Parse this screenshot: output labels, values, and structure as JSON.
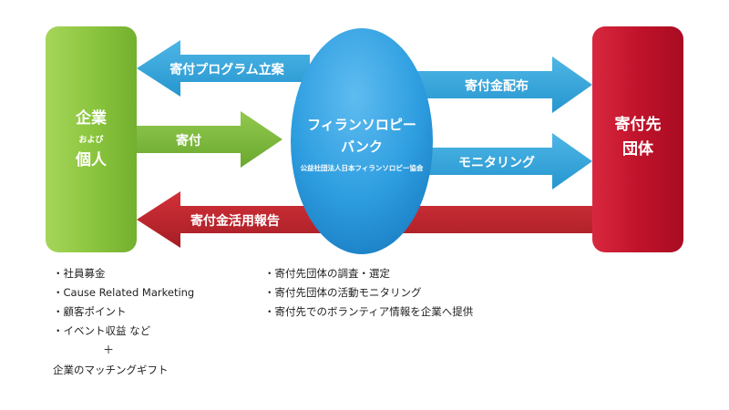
{
  "nodes": {
    "left": {
      "line1": "企業",
      "line2": "および",
      "line3": "個人"
    },
    "center": {
      "line1": "フィランソロピー",
      "line2": "バンク",
      "subtitle": "公益社団法人日本フィランソロピー協会"
    },
    "right": {
      "line1": "寄付先",
      "line2": "団体"
    }
  },
  "arrows": {
    "program_proposal": "寄付プログラム立案",
    "donation": "寄付",
    "distribution": "寄付金配布",
    "monitoring": "モニタリング",
    "usage_report": "寄付金活用報告"
  },
  "notes_left": [
    "社員募金",
    "Cause Related Marketing",
    "顧客ポイント",
    "イベント収益 など"
  ],
  "plus_sign": "＋",
  "matching_gift": "企業のマッチングギフト",
  "notes_center": [
    "寄付先団体の調査・選定",
    "寄付先団体の活動モニタリング",
    "寄付先でのボランティア情報を企業へ提供"
  ],
  "colors": {
    "green": "#8cc63f",
    "red": "#c1132b",
    "blue_arrow": "#35a7dc",
    "green_arrow": "#7bb93a",
    "red_arrow": "#c1272d",
    "ellipse": "#2e9ee0"
  }
}
